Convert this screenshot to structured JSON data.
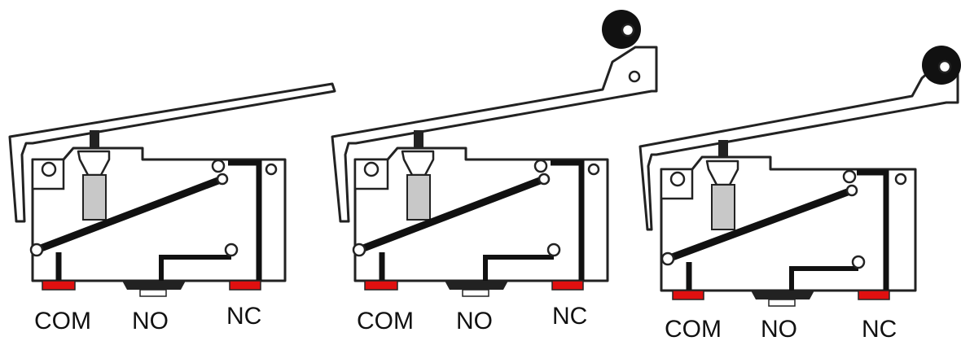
{
  "colors": {
    "outline": "#222222",
    "fill": "#ffffff",
    "conductor": "#111111",
    "plunger": "#c8c8c8",
    "terminal": "#e01010"
  },
  "switches": [
    {
      "actuator": "straight-lever",
      "labels": {
        "com": "COM",
        "no": "NO",
        "nc": "NC"
      }
    },
    {
      "actuator": "short-roller-lever",
      "labels": {
        "com": "COM",
        "no": "NO",
        "nc": "NC"
      }
    },
    {
      "actuator": "long-roller-lever",
      "labels": {
        "com": "COM",
        "no": "NO",
        "nc": "NC"
      }
    }
  ]
}
